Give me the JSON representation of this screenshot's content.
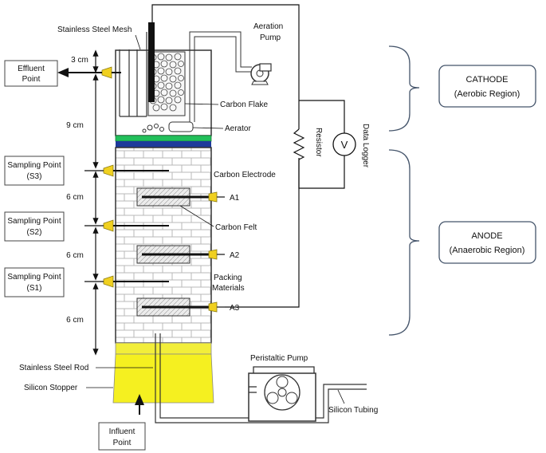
{
  "labels": {
    "stainless_mesh": "Stainless Steel Mesh",
    "aeration_pump_1": "Aeration",
    "aeration_pump_2": "Pump",
    "carbon_flake": "Carbon Flake",
    "aerator": "Aerator",
    "carbon_electrode": "Carbon Electrode",
    "carbon_felt": "Carbon Felt",
    "packing_1": "Packing",
    "packing_2": "Materials",
    "resistor": "Resistor",
    "data_logger": "Data Logger",
    "voltmeter": "V",
    "a1": "A1",
    "a2": "A2",
    "a3": "A3",
    "stainless_rod": "Stainless Steel Rod",
    "silicon_stopper": "Silicon Stopper",
    "peristaltic_pump": "Peristaltic Pump",
    "silicon_tubing": "Silicon Tubing"
  },
  "dimensions": {
    "d1": "3 cm",
    "d2": "9 cm",
    "d3": "6 cm",
    "d4": "6 cm",
    "d5": "6 cm"
  },
  "boxes": {
    "effluent_1": "Effluent",
    "effluent_2": "Point",
    "s3_1": "Sampling Point",
    "s3_2": "(S3)",
    "s2_1": "Sampling Point",
    "s2_2": "(S2)",
    "s1_1": "Sampling Point",
    "s1_2": "(S1)",
    "influent_1": "Influent",
    "influent_2": "Point"
  },
  "regions": {
    "cathode_title": "CATHODE",
    "cathode_sub": "(Aerobic Region)",
    "anode_title": "ANODE",
    "anode_sub": "(Anaerobic Region)"
  },
  "colors": {
    "stopper": "#f5f020",
    "stopper_top": "#f2ee3a",
    "membrane_green": "#22c05a",
    "membrane_blue": "#1e3a9a",
    "port_yellow": "#f0d020",
    "brick": "#b8b8b8"
  }
}
